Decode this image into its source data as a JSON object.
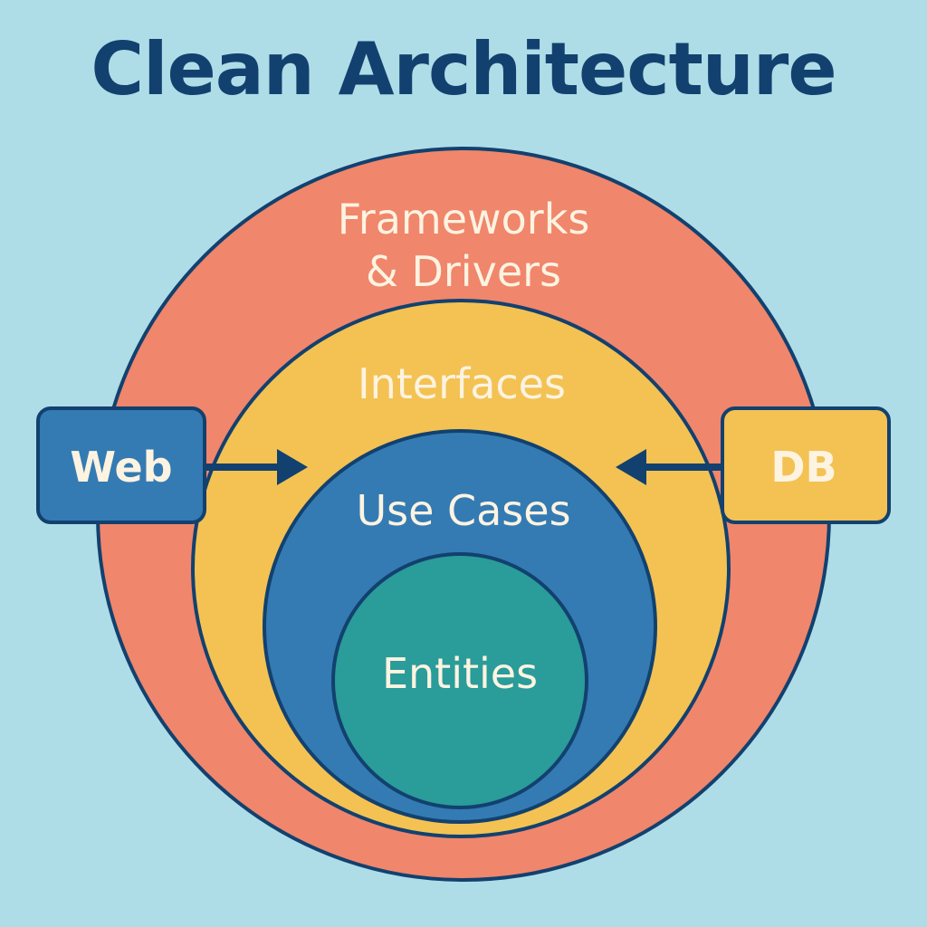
{
  "title": "Clean Architecture",
  "layers": {
    "outer": {
      "line1": "Frameworks",
      "line2": "& Drivers",
      "color": "#f0866b"
    },
    "interfaces": {
      "label": "Interfaces",
      "color": "#f3c253"
    },
    "use_cases": {
      "label": "Use Cases",
      "color": "#347bb3"
    },
    "entities": {
      "label": "Entities",
      "color": "#2a9c9a"
    }
  },
  "external": {
    "web": {
      "label": "Web",
      "color": "#347bb3",
      "text_color": "#fdf3e1"
    },
    "db": {
      "label": "DB",
      "color": "#f3c253",
      "text_color": "#fdf3e1"
    }
  },
  "colors": {
    "background": "#aedde8",
    "outline": "#12416f"
  }
}
